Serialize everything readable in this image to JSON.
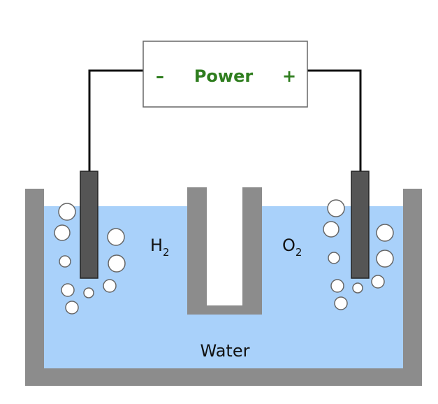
{
  "power": {
    "negative": "–",
    "label": "Power",
    "positive": "+"
  },
  "gases": {
    "left": {
      "symbol": "H",
      "subscript": "2"
    },
    "right": {
      "symbol": "O",
      "subscript": "2"
    }
  },
  "water": {
    "label": "Water"
  },
  "colors": {
    "water": "#a9d1fa",
    "container": "#8c8c8c",
    "electrode": "#555555",
    "wire": "#111111",
    "power_text": "#2e7d1e"
  }
}
